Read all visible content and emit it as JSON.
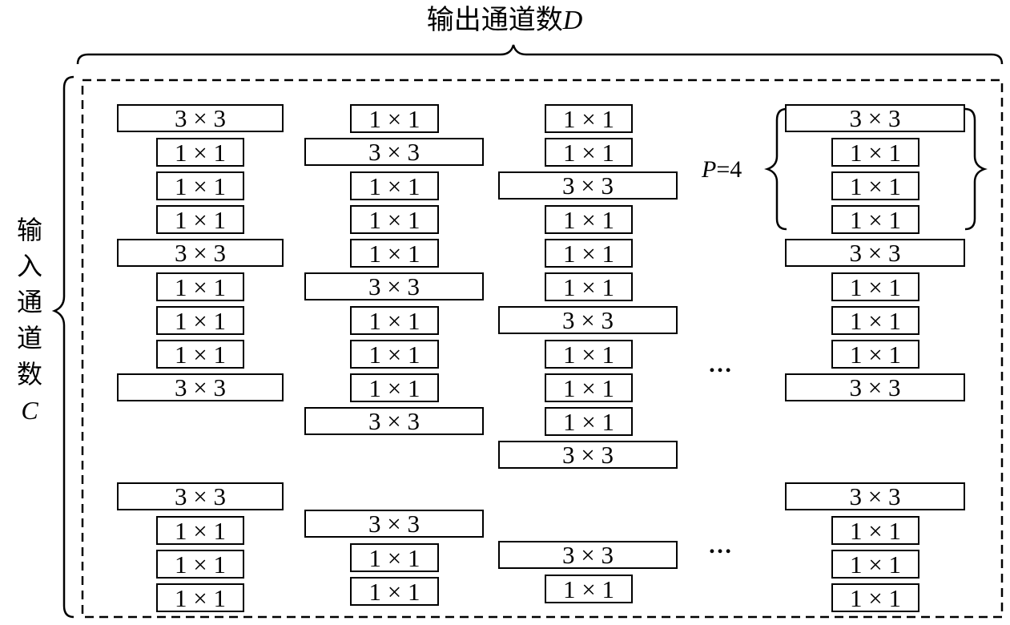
{
  "title_top": {
    "text": "输出通道数",
    "var": "D"
  },
  "title_side": {
    "chars": [
      "输",
      "入",
      "通",
      "道",
      "数"
    ],
    "var": "C"
  },
  "p_annotation": {
    "var": "P",
    "value": "=4"
  },
  "ellipsis": "…",
  "kernel_labels": {
    "k3": "3 × 3",
    "k1": "1 × 1"
  },
  "columns": [
    {
      "name": "column-1",
      "upper": [
        "3x3",
        "1x1",
        "1x1",
        "1x1",
        "3x3",
        "1x1",
        "1x1",
        "1x1",
        "3x3"
      ],
      "lower": [
        "3x3",
        "1x1",
        "1x1",
        "1x1"
      ]
    },
    {
      "name": "column-2",
      "upper": [
        "1x1",
        "3x3",
        "1x1",
        "1x1",
        "1x1",
        "3x3",
        "1x1",
        "1x1",
        "1x1",
        "3x3"
      ],
      "lower": [
        "3x3",
        "1x1",
        "1x1"
      ]
    },
    {
      "name": "column-3",
      "upper": [
        "1x1",
        "1x1",
        "3x3",
        "1x1",
        "1x1",
        "1x1",
        "3x3",
        "1x1",
        "1x1",
        "1x1",
        "3x3"
      ],
      "lower": [
        "3x3",
        "1x1"
      ]
    },
    {
      "name": "column-last",
      "upper": [
        "3x3",
        "1x1",
        "1x1",
        "1x1",
        "3x3",
        "1x1",
        "1x1",
        "1x1",
        "3x3"
      ],
      "lower": [
        "3x3",
        "1x1",
        "1x1",
        "1x1"
      ]
    }
  ]
}
